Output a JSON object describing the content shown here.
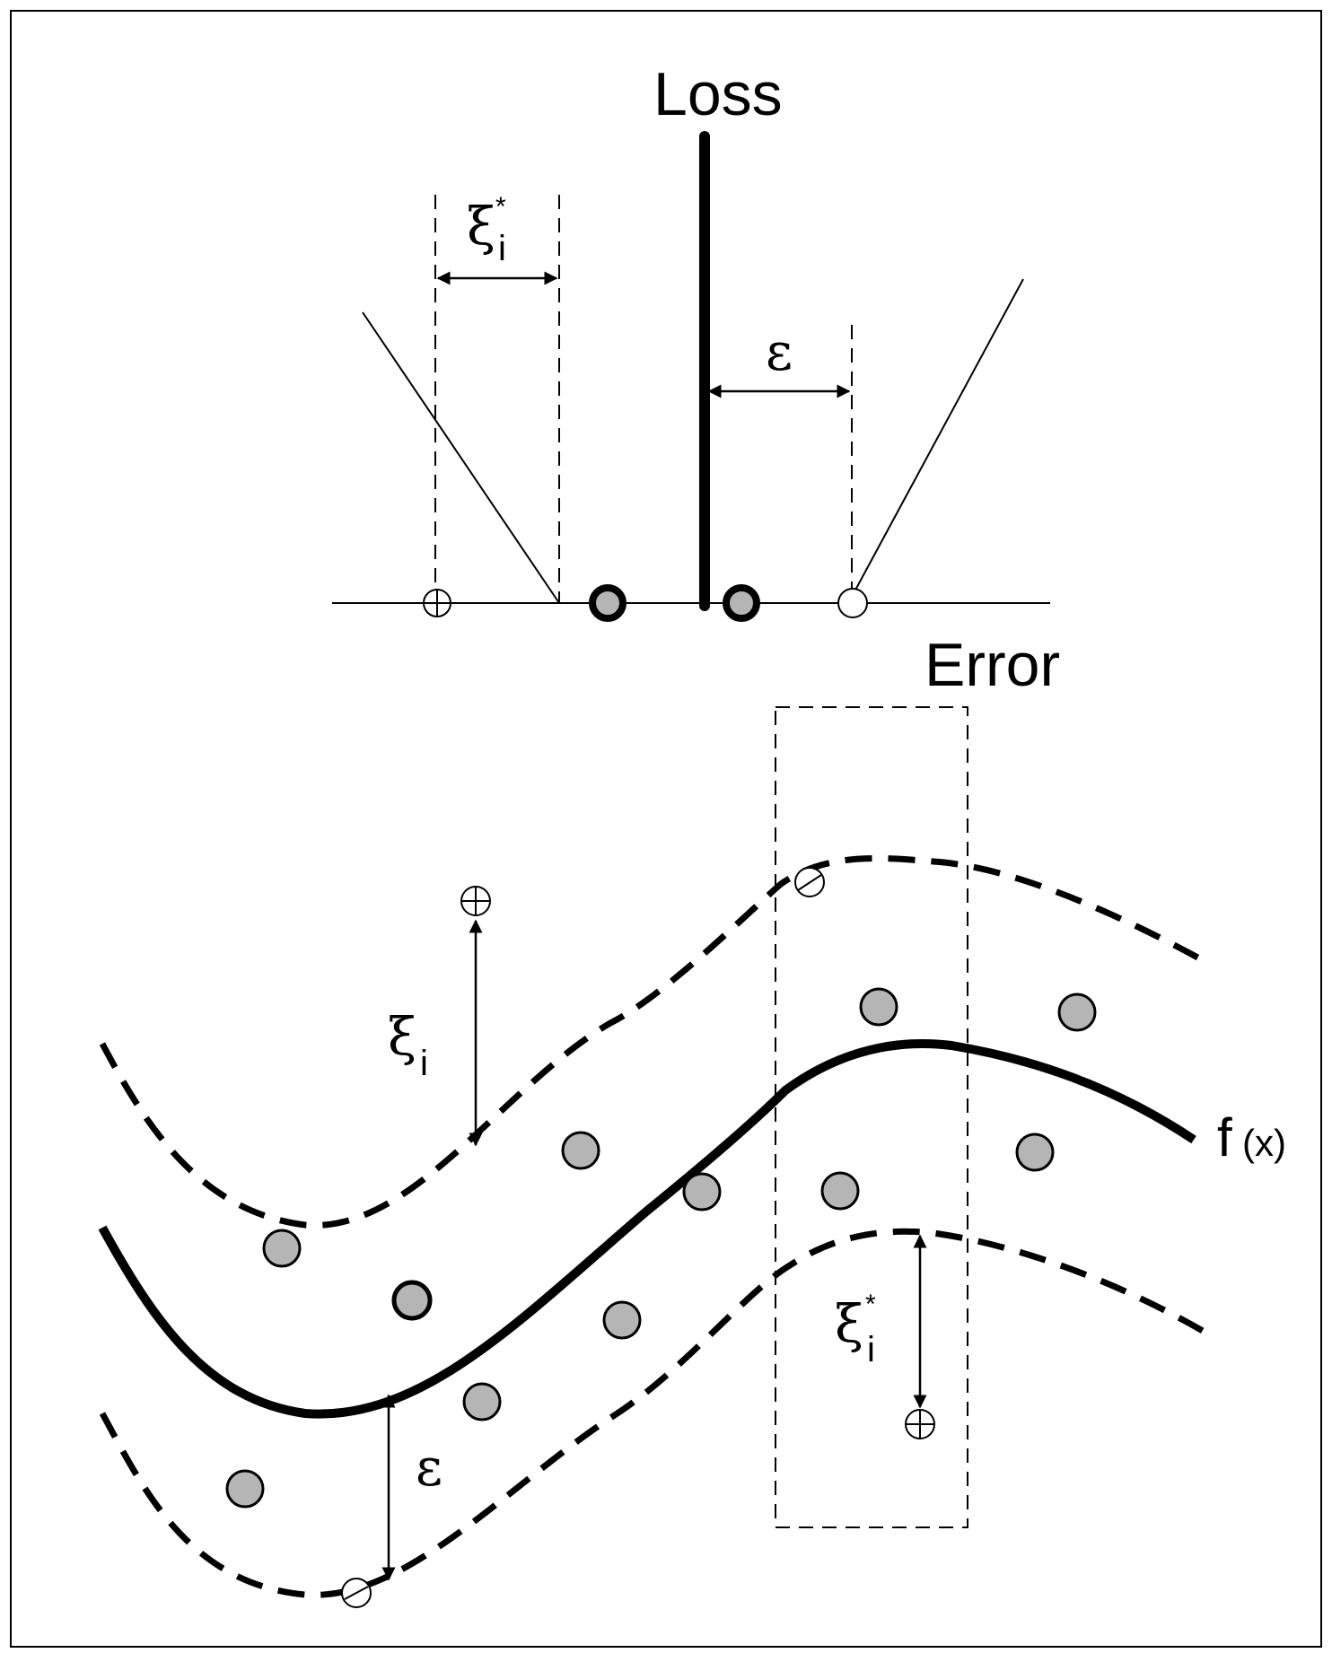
{
  "title": "",
  "labels": {
    "loss": "Loss",
    "error": "Error",
    "epsilon": "ε",
    "xi": "ξ",
    "sub_i": "i",
    "star": "*",
    "fx_f": "f",
    "fx_arg": "(x)"
  },
  "colors": {
    "stroke": "#000000",
    "point_fill": "#b5b5b5",
    "background": "#ffffff"
  },
  "icons": {
    "positive_slack_point": "circle-plus-icon",
    "negative_slack_point": "circle-minus-icon"
  }
}
